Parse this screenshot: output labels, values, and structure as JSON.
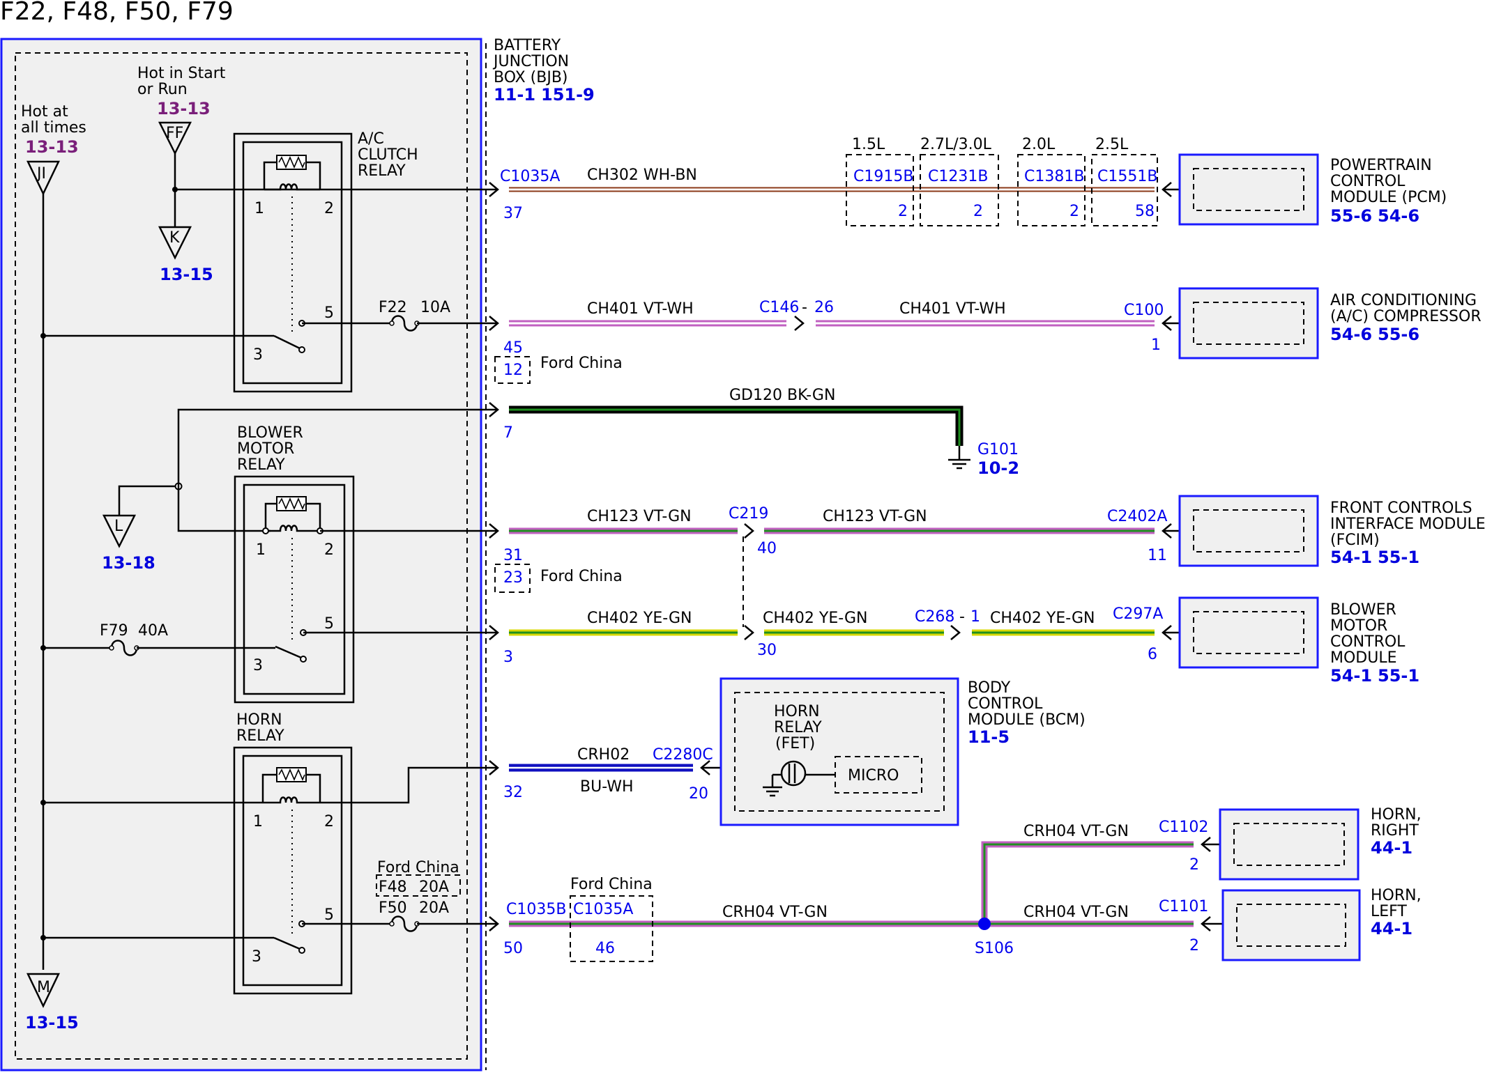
{
  "title": "F22, F48, F50, F79",
  "bjb": {
    "name": [
      "BATTERY",
      "JUNCTION",
      "BOX (BJB)"
    ],
    "refs": [
      "11-1",
      "151-9"
    ],
    "hot_at_all_times": [
      "Hot at",
      "all times"
    ],
    "hot_at_all_times_ref": "13-13",
    "hot_in_start": [
      "Hot in Start",
      "or Run"
    ],
    "hot_in_start_ref": "13-13",
    "splice_ji": "JI",
    "splice_ff": "FF",
    "splice_k": "K",
    "splice_k_ref": "13-15",
    "splice_l": "L",
    "splice_l_ref": "13-18",
    "splice_m": "M",
    "splice_m_ref": "13-15"
  },
  "relays": {
    "ac_clutch": {
      "name": [
        "A/C",
        "CLUTCH",
        "RELAY"
      ],
      "pins": [
        "1",
        "2",
        "5",
        "3"
      ]
    },
    "blower": {
      "name": [
        "BLOWER",
        "MOTOR",
        "RELAY"
      ],
      "pins": [
        "1",
        "2",
        "5",
        "3"
      ]
    },
    "horn": {
      "name": [
        "HORN",
        "RELAY"
      ],
      "pins": [
        "1",
        "2",
        "5",
        "3"
      ]
    }
  },
  "fuses": {
    "f22": {
      "id": "F22",
      "rating": "10A"
    },
    "f79": {
      "id": "F79",
      "rating": "40A"
    },
    "f48": {
      "id": "F48",
      "rating": "20A",
      "note": "Ford China"
    },
    "f50": {
      "id": "F50",
      "rating": "20A"
    }
  },
  "circuits": {
    "ch302": {
      "label": "CH302   WH-BN",
      "connector": "C1035A",
      "pin": "37",
      "engine_options": [
        {
          "engine": "1.5L",
          "connector": "C1915B",
          "pin": "2"
        },
        {
          "engine": "2.7L/3.0L",
          "connector": "C1231B",
          "pin": "2"
        },
        {
          "engine": "2.0L",
          "connector": "C1381B",
          "pin": "2"
        },
        {
          "engine": "2.5L",
          "connector": "C1551B",
          "pin": "58"
        }
      ]
    },
    "ch401": {
      "label_a": "CH401   VT-WH",
      "label_b": "CH401   VT-WH",
      "pin": "45",
      "alt_pin": "12",
      "alt_note": "Ford China",
      "inline_a": "C146",
      "inline_b": "26",
      "end_connector": "C100",
      "end_pin": "1"
    },
    "gd120": {
      "label": "GD120   BK-GN",
      "pin": "7",
      "ground": "G101",
      "ground_ref": "10-2"
    },
    "ch123": {
      "label_a": "CH123   VT-GN",
      "label_b": "CH123   VT-GN",
      "pin": "31",
      "alt_pin": "23",
      "alt_note": "Ford China",
      "inline": "C219",
      "inline_pin": "40",
      "end_connector": "C2402A",
      "end_pin": "11"
    },
    "ch402": {
      "label_a": "CH402   YE-GN",
      "label_b": "CH402   YE-GN",
      "label_c": "CH402   YE-GN",
      "pin": "3",
      "inline_pin": "30",
      "inline_c": "C268",
      "inline_c_pin": "1",
      "end_connector": "C297A",
      "end_pin": "6"
    },
    "crh02": {
      "label": "CRH02",
      "color": "BU-WH",
      "pin": "32",
      "end_connector": "C2280C",
      "end_pin": "20"
    },
    "crh04": {
      "label_a": "CRH04   VT-GN",
      "label_b": "CRH04   VT-GN",
      "label_c": "CRH04   VT-GN",
      "connector": "C1035B",
      "pin": "50",
      "alt_connector": "C1035A",
      "alt_pin": "46",
      "alt_note": "Ford China",
      "splice": "S106",
      "right_connector": "C1102",
      "right_pin": "2",
      "left_connector": "C1101",
      "left_pin": "2"
    }
  },
  "modules": {
    "pcm": {
      "name": [
        "POWERTRAIN",
        "CONTROL",
        "MODULE (PCM)"
      ],
      "refs": [
        "55-6",
        "54-6"
      ]
    },
    "ac_comp": {
      "name": [
        "AIR CONDITIONING",
        "(A/C) COMPRESSOR"
      ],
      "refs": [
        "54-6",
        "55-6"
      ]
    },
    "fcim": {
      "name": [
        "FRONT CONTROLS",
        "INTERFACE MODULE",
        "(FCIM)"
      ],
      "refs": [
        "54-1",
        "55-1"
      ]
    },
    "bmcm": {
      "name": [
        "BLOWER",
        "MOTOR",
        "CONTROL",
        "MODULE"
      ],
      "refs": [
        "54-1",
        "55-1"
      ]
    },
    "bcm": {
      "name": [
        "BODY",
        "CONTROL",
        "MODULE (BCM)"
      ],
      "ref": "11-5",
      "inner": [
        "HORN",
        "RELAY",
        "(FET)"
      ],
      "micro": "MICRO"
    },
    "horn_right": {
      "name": [
        "HORN,",
        "RIGHT"
      ],
      "ref": "44-1"
    },
    "horn_left": {
      "name": [
        "HORN,",
        "LEFT"
      ],
      "ref": "44-1"
    }
  },
  "colors": {
    "frame_blue": "#1a1aff",
    "ref_blue": "#0000dd",
    "ref_purple": "#7a1f7a",
    "vt": "#c060c0",
    "wh": "#ffffff",
    "bn": "#8b3a1a",
    "bk": "#000000",
    "gn": "#1f8f1f",
    "ye": "#d8d800",
    "bu": "#1010c0",
    "box_fill": "#f0f0f0"
  }
}
